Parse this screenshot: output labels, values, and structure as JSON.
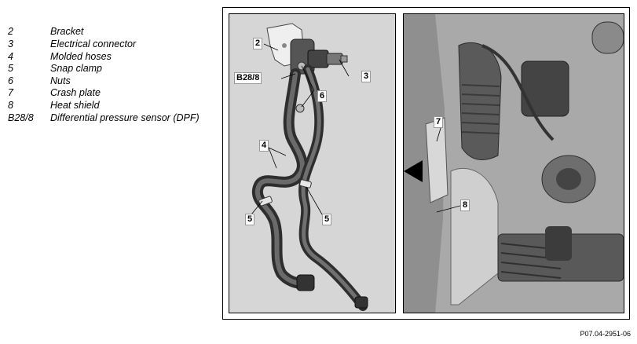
{
  "legend": {
    "items": [
      {
        "code": "2",
        "label": "Bracket"
      },
      {
        "code": "3",
        "label": "Electrical connector"
      },
      {
        "code": "4",
        "label": "Molded hoses"
      },
      {
        "code": "5",
        "label": "Snap clamp"
      },
      {
        "code": "6",
        "label": "Nuts"
      },
      {
        "code": "7",
        "label": "Crash plate"
      },
      {
        "code": "8",
        "label": "Heat shield"
      },
      {
        "code": "B28/8",
        "label": "Differential pressure sensor (DPF)"
      }
    ]
  },
  "figure": {
    "callouts_left": {
      "bracket": "2",
      "sensor": "B28/8",
      "connector": "3",
      "nuts": "6",
      "hoses": "4",
      "clamp_left": "5",
      "clamp_right": "5"
    },
    "callouts_right": {
      "crash_plate": "7",
      "heat_shield": "8"
    },
    "figure_id": "P07.04-2951-06"
  },
  "colors": {
    "frame": "#000000",
    "panel_left_bg": "#d6d6d6",
    "panel_right_bg": "#bfbfbf"
  }
}
